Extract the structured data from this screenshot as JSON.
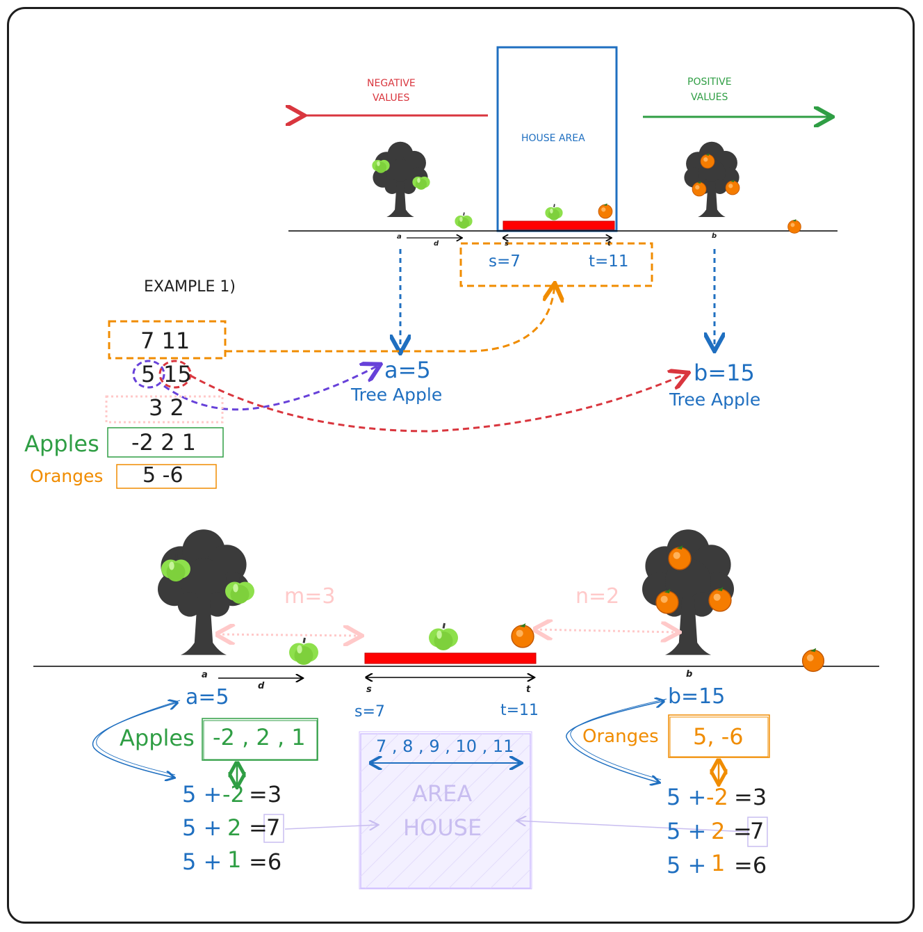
{
  "top": {
    "negative": [
      "NEGATIVE",
      "VALUES"
    ],
    "positive": [
      "POSITIVE",
      "VALUES"
    ],
    "house_area": "HOUSE AREA",
    "axis_labels": {
      "a": "a",
      "d": "d",
      "s": "s",
      "t": "t",
      "b": "b"
    },
    "s_value": "s=7",
    "t_value": "t=11",
    "a_value": "a=5",
    "a_caption": "Tree Apple",
    "b_value": "b=15",
    "b_caption": "Tree Apple"
  },
  "example": {
    "title": "EXAMPLE 1)",
    "line1": "7 11",
    "line2a": "5",
    "line2b": "15",
    "line3": "3 2",
    "apples_label": "Apples",
    "apples_values": "-2 2 1",
    "oranges_label": "Oranges",
    "oranges_values": "5 -6"
  },
  "bottom": {
    "m_label": "m=3",
    "n_label": "n=2",
    "axis_labels": {
      "a": "a",
      "d": "d",
      "s": "s",
      "t": "t",
      "b": "b"
    },
    "a_value": "a=5",
    "b_value": "b=15",
    "s_value": "s=7",
    "t_value": "t=11",
    "apples_label": "Apples",
    "apples_values": "-2 , 2 , 1",
    "oranges_label": "Oranges",
    "oranges_values": "5, -6",
    "range": "7 , 8 , 9 , 10 , 11",
    "area_house": [
      "AREA",
      "HOUSE"
    ],
    "apple_calc": [
      {
        "base": "5 +",
        "delta": "-2",
        "result": "=3"
      },
      {
        "base": "5 +",
        "delta": "2",
        "eq": "=",
        "result": "7"
      },
      {
        "base": "5 +",
        "delta": "1",
        "result": "=6"
      }
    ],
    "orange_calc": [
      {
        "base": "5 +",
        "delta": "-2",
        "result": "=3"
      },
      {
        "base": "5 +",
        "delta": "2",
        "eq": "=",
        "result": "7"
      },
      {
        "base": "5 +",
        "delta": "1",
        "result": "=6"
      }
    ]
  },
  "colors": {
    "blue": "#1f6fc0",
    "red": "#d9363e",
    "green": "#2f9e44",
    "orange": "#f08c00",
    "purple": "#6741d9",
    "pink": "#ffc9c9",
    "lavender": "#d0bfff",
    "tree": "#3b3b3b"
  },
  "icons": [
    "apple-tree-icon",
    "orange-tree-icon",
    "apple-icon",
    "orange-icon"
  ]
}
